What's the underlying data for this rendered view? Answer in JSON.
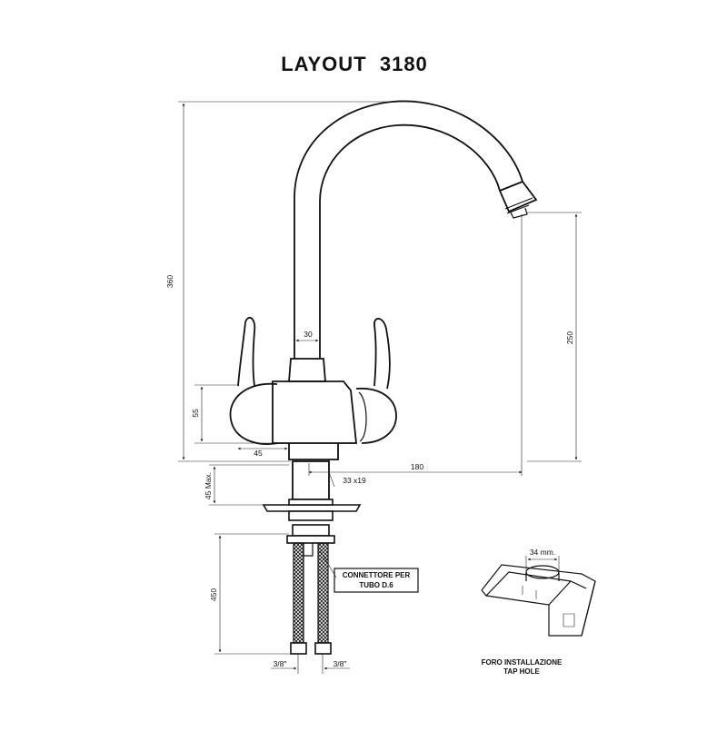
{
  "title": "LAYOUT  3180",
  "dimensions": {
    "total_height": "360",
    "spout_height": "250",
    "body_height": "55",
    "stem_diameter": "30",
    "handle_offset": "45",
    "reach": "180",
    "thread": "33 x19",
    "max_deck": "45 Max.",
    "hose_length": "450",
    "fitting_left": "3/8\"",
    "fitting_right": "3/8\"",
    "hole_diameter": "34 mm."
  },
  "labels": {
    "connector_line1": "CONNETTORE PER",
    "connector_line2": "TUBO D.6",
    "hole_line1": "FORO INSTALLAZIONE",
    "hole_line2": "TAP HOLE"
  },
  "colors": {
    "ink": "#111111",
    "background": "#ffffff"
  }
}
